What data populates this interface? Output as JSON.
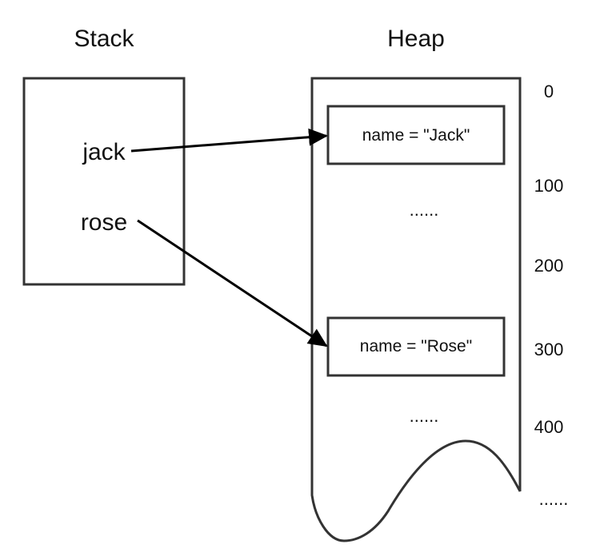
{
  "stack": {
    "title": "Stack",
    "variables": [
      "jack",
      "rose"
    ]
  },
  "heap": {
    "title": "Heap",
    "objects": [
      "name = \"Jack\"",
      "name = \"Rose\""
    ],
    "ellipses": [
      "......",
      "......"
    ],
    "addresses": [
      "0",
      "100",
      "200",
      "300",
      "400",
      "......"
    ]
  }
}
